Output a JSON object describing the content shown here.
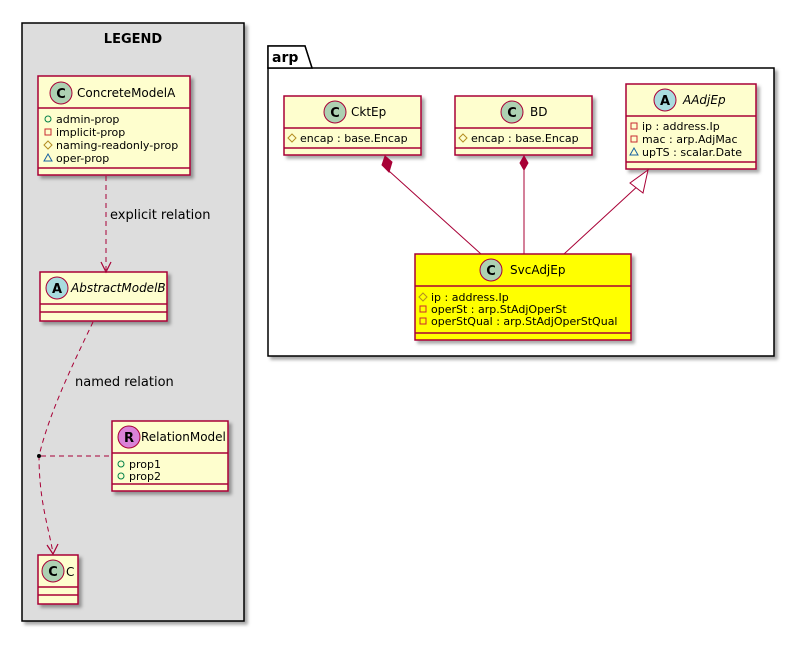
{
  "legend": {
    "title": "LEGEND",
    "concrete_model_a": {
      "name": "ConcreteModelA",
      "stereotype": "C",
      "attributes": [
        {
          "vis": "public",
          "text": "admin-prop"
        },
        {
          "vis": "private",
          "text": "implicit-prop"
        },
        {
          "vis": "protected",
          "text": "naming-readonly-prop"
        },
        {
          "vis": "package",
          "text": "oper-prop"
        }
      ]
    },
    "abstract_model_b": {
      "name": "AbstractModelB",
      "stereotype": "A"
    },
    "relation_model": {
      "name": "RelationModel",
      "stereotype": "R",
      "attributes": [
        {
          "vis": "public",
          "text": "prop1"
        },
        {
          "vis": "public",
          "text": "prop2"
        }
      ]
    },
    "c": {
      "name": "C",
      "stereotype": "C"
    },
    "explicit_relation_label": "explicit relation",
    "named_relation_label": "named relation"
  },
  "package": {
    "name": "arp",
    "ckt_ep": {
      "name": "CktEp",
      "stereotype": "C",
      "attributes": [
        {
          "vis": "protected",
          "text": "encap : base.Encap"
        }
      ]
    },
    "bd": {
      "name": "BD",
      "stereotype": "C",
      "attributes": [
        {
          "vis": "protected",
          "text": "encap : base.Encap"
        }
      ]
    },
    "aadj_ep": {
      "name": "AAdjEp",
      "stereotype": "A",
      "attributes": [
        {
          "vis": "private",
          "text": "ip : address.Ip"
        },
        {
          "vis": "private",
          "text": "mac : arp.AdjMac"
        },
        {
          "vis": "package",
          "text": "upTS : scalar.Date"
        }
      ]
    },
    "svc_adj_ep": {
      "name": "SvcAdjEp",
      "stereotype": "C",
      "attributes": [
        {
          "vis": "protected",
          "text": "ip : address.Ip"
        },
        {
          "vis": "private",
          "text": "operSt : arp.StAdjOperSt"
        },
        {
          "vis": "private",
          "text": "operStQual : arp.StAdjOperStQual"
        }
      ]
    }
  },
  "colors": {
    "class_fill": "#FEFECE",
    "highlight_fill": "#FFFF00",
    "border": "#A80036",
    "legend_bg": "#DDDDDD",
    "badge_class": "#ADD1B2",
    "badge_abstract": "#A9DCDF",
    "badge_relation": "#D982D8"
  }
}
